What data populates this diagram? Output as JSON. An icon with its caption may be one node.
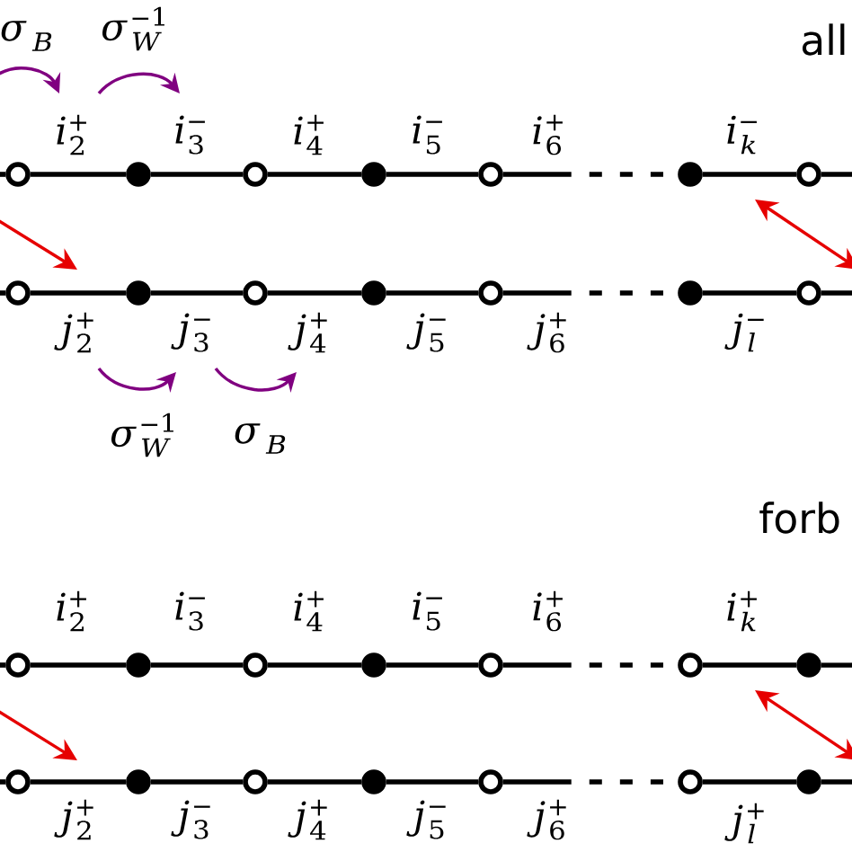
{
  "diagram": {
    "nodes": [
      {
        "text": [],
        "shape": "circle"
      },
      {
        "text": [],
        "shape": "dot"
      },
      {
        "text": [],
        "shape": "circle"
      },
      {
        "text": [],
        "shape": "dot"
      },
      {
        "text": [],
        "shape": "circle"
      },
      {
        "text": [],
        "shape": "dot"
      },
      {
        "text": [],
        "shape": "circle"
      },
      {
        "text": [],
        "shape": "circle"
      },
      {
        "text": [],
        "shape": "dot"
      },
      {
        "text": [],
        "shape": "circle"
      },
      {
        "text": [],
        "shape": "dot"
      },
      {
        "text": [],
        "shape": "circle"
      },
      {
        "text": [],
        "shape": "dot"
      },
      {
        "text": [],
        "shape": "circle"
      },
      {
        "text": [],
        "shape": "circle"
      },
      {
        "text": [],
        "shape": "dot"
      },
      {
        "text": [],
        "shape": "circle"
      },
      {
        "text": [],
        "shape": "dot"
      },
      {
        "text": [],
        "shape": "circle"
      },
      {
        "text": [],
        "shape": "circle"
      },
      {
        "text": [],
        "shape": "dot"
      },
      {
        "text": [],
        "shape": "circle"
      },
      {
        "text": [],
        "shape": "dot"
      },
      {
        "text": [],
        "shape": "circle"
      },
      {
        "text": [],
        "shape": "dot"
      },
      {
        "text": [],
        "shape": "circle"
      },
      {
        "text": [],
        "shape": "circle"
      },
      {
        "text": [],
        "shape": "dot"
      }
    ],
    "edges": [
      {
        "from": null,
        "to": 0,
        "arrow": "none"
      },
      {
        "from": 0,
        "to": 1,
        "arrow": "none"
      },
      {
        "from": 1,
        "to": 2,
        "arrow": "none"
      },
      {
        "from": 2,
        "to": 3,
        "arrow": "none"
      },
      {
        "from": 3,
        "to": 4,
        "arrow": "none"
      },
      {
        "from": 4,
        "to": 5,
        "arrow": "none",
        "style": "dashed"
      },
      {
        "from": 5,
        "to": 6,
        "arrow": "none"
      },
      {
        "from": 6,
        "to": null,
        "arrow": "none"
      },
      {
        "from": null,
        "to": 7,
        "arrow": "none"
      },
      {
        "from": 7,
        "to": 8,
        "arrow": "none"
      },
      {
        "from": 8,
        "to": 9,
        "arrow": "none"
      },
      {
        "from": 9,
        "to": 10,
        "arrow": "none"
      },
      {
        "from": 10,
        "to": 11,
        "arrow": "none"
      },
      {
        "from": 11,
        "to": 12,
        "arrow": "none",
        "style": "dashed"
      },
      {
        "from": 12,
        "to": 13,
        "arrow": "none"
      },
      {
        "from": 13,
        "to": null,
        "arrow": "none"
      },
      {
        "from": null,
        "to": 14,
        "arrow": "none"
      },
      {
        "from": 14,
        "to": 15,
        "arrow": "none"
      },
      {
        "from": 15,
        "to": 16,
        "arrow": "none"
      },
      {
        "from": 16,
        "to": 17,
        "arrow": "none"
      },
      {
        "from": 17,
        "to": 18,
        "arrow": "none"
      },
      {
        "from": 18,
        "to": 19,
        "arrow": "none",
        "style": "dashed"
      },
      {
        "from": 19,
        "to": 20,
        "arrow": "none"
      },
      {
        "from": 20,
        "to": null,
        "arrow": "none"
      },
      {
        "from": null,
        "to": 21,
        "arrow": "none"
      },
      {
        "from": 21,
        "to": 22,
        "arrow": "none"
      },
      {
        "from": 22,
        "to": 23,
        "arrow": "none"
      },
      {
        "from": 23,
        "to": 24,
        "arrow": "none"
      },
      {
        "from": 24,
        "to": 25,
        "arrow": "none"
      },
      {
        "from": 25,
        "to": 26,
        "arrow": "none",
        "style": "dashed"
      },
      {
        "from": 26,
        "to": 27,
        "arrow": "none"
      },
      {
        "from": 27,
        "to": null,
        "arrow": "none"
      }
    ],
    "labels": [
      "\\sigma_B",
      "\\sigma_W^{-1}",
      "all",
      "i_2^+",
      "i_3^-",
      "i_4^+",
      "i_5^-",
      "i_6^+",
      "i_k^-",
      "j_2^+",
      "j_3^-",
      "j_4^+",
      "j_5^-",
      "j_6^+",
      "j_l^-",
      "\\sigma_W^{-1}",
      "\\sigma_B",
      "forb",
      "i_2^+",
      "i_3^-",
      "i_4^+",
      "i_5^-",
      "i_6^+",
      "i_k^+",
      "j_2^+",
      "j_3^-",
      "j_4^+",
      "j_5^-",
      "j_6^+",
      "j_l^+"
    ]
  }
}
